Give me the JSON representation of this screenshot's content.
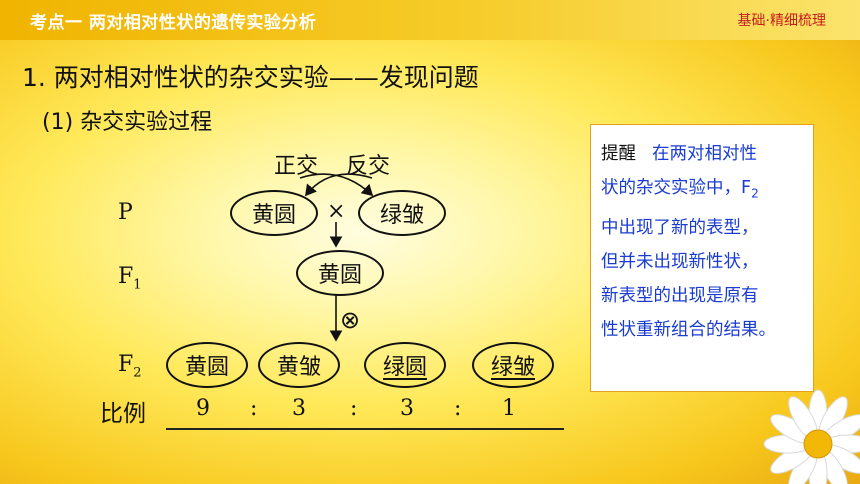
{
  "header": {
    "section_title": "考点一 两对相对性状的遗传实验分析",
    "category": "基础·精细梳理"
  },
  "heading": "1. 两对相对性状的杂交实验——发现问题",
  "subheading": "(1) 杂交实验过程",
  "diagram": {
    "cross_labels": {
      "reciprocal_a": "正交",
      "reciprocal_b": "反交"
    },
    "generations": {
      "p": "P",
      "f1": "F",
      "f1_sub": "1",
      "f2": "F",
      "f2_sub": "2"
    },
    "cross_symbol": "×",
    "self_symbol": "⊗",
    "p_parents": [
      "黄圆",
      "绿皱"
    ],
    "f1": "黄圆",
    "f2": [
      "黄圆",
      "黄皱",
      "绿圆",
      "绿皱"
    ],
    "ratio_label": "比例",
    "ratio": [
      "9",
      ":",
      "3",
      ":",
      "3",
      ":",
      "1"
    ]
  },
  "tip": {
    "label": "提醒",
    "line1": "在两对相对性",
    "line2a": "状的杂交实验中，F",
    "line2_sub": "2",
    "line3": "中出现了新的表型，",
    "line4": "但并未出现新性状，",
    "line5": "新表型的出现是原有",
    "line6": "性状重新组合的结果。"
  }
}
